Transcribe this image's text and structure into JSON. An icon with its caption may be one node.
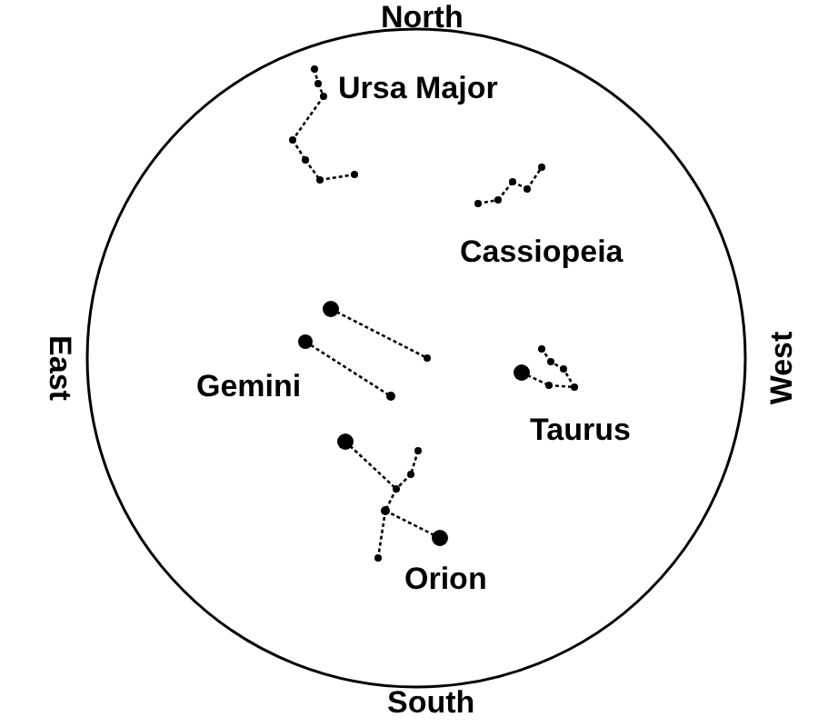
{
  "diagram": {
    "labels": [
      "North",
      "Ursa Major",
      "Cassiopeia",
      "East",
      "Gemini",
      "Taurus",
      "West",
      "Orion",
      "South"
    ]
  }
}
